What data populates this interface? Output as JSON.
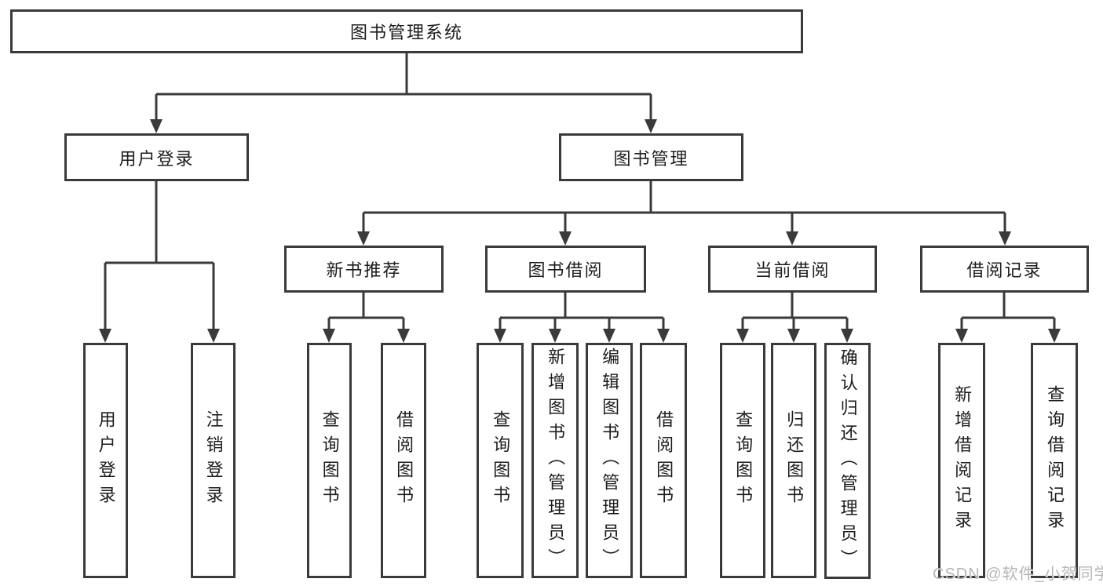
{
  "diagram": {
    "root": {
      "label": "图书管理系统"
    },
    "branches": [
      {
        "label": "用户登录",
        "children": [
          {
            "label": "用户登录"
          },
          {
            "label": "注销登录"
          }
        ]
      },
      {
        "label": "图书管理",
        "children": [
          {
            "label": "新书推荐",
            "children": [
              {
                "label": "查询图书"
              },
              {
                "label": "借阅图书"
              }
            ]
          },
          {
            "label": "图书借阅",
            "children": [
              {
                "label": "查询图书"
              },
              {
                "label": "新增图书（管理员）"
              },
              {
                "label": "编辑图书（管理员）"
              },
              {
                "label": "借阅图书"
              }
            ]
          },
          {
            "label": "当前借阅",
            "children": [
              {
                "label": "查询图书"
              },
              {
                "label": "归还图书"
              },
              {
                "label": "确认归还（管理员）"
              }
            ]
          },
          {
            "label": "借阅记录",
            "children": [
              {
                "label": "新增借阅记录"
              },
              {
                "label": "查询借阅记录"
              }
            ]
          }
        ]
      }
    ]
  },
  "watermark": {
    "text": "CSDN @软件_小贺同学"
  },
  "colors": {
    "line": "#3a3a3a",
    "box_border": "#3a3a3a",
    "box_bg": "#ffffff",
    "text": "#1c1c1c",
    "watermark": "#b6b6b6"
  }
}
